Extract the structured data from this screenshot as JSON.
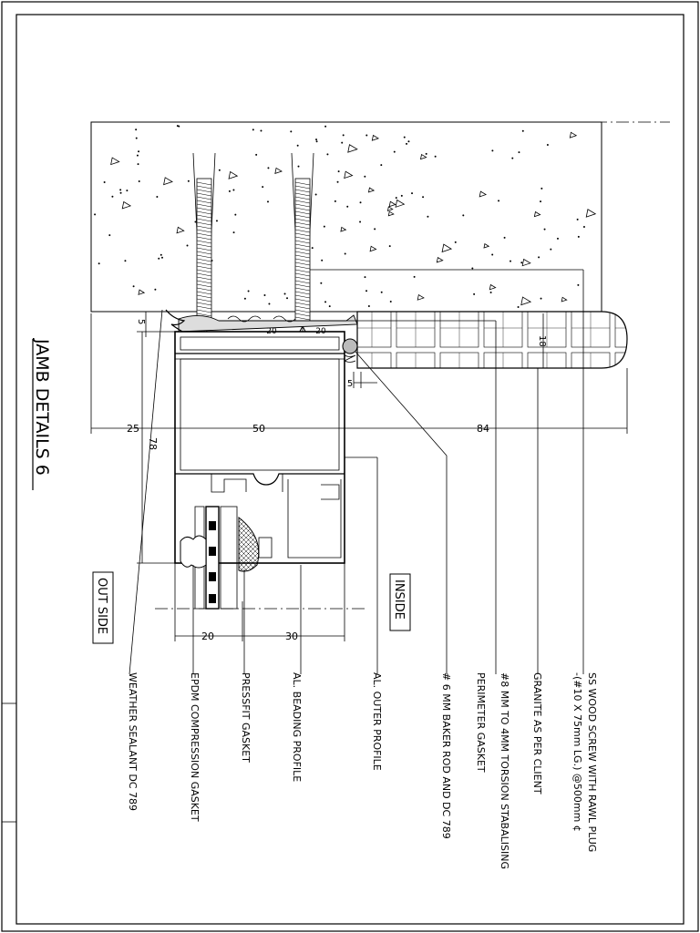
{
  "drawing": {
    "title": "JAMB DETAILS 6",
    "outside_label": "OUT SIDE",
    "inside_label": "INSIDE",
    "callouts": [
      "WEATHER SEALANT DC 789",
      "EPDM COMPRESSION GASKET",
      "PRESSFIT GASKET",
      "AL. BEADING PROFILE",
      "AL. OUTER PROFILE",
      "# 6 MM BAKER ROD AND DC 789",
      "#8 MM TO 4MM TORSION STABALISING",
      "PERIMETER GASKET",
      "GRANITE AS PER CLIENT",
      "SS WOOD SCREW WITH RAWL PLUG",
      "-(#10 X 75mm LG.) @500mm ¢"
    ],
    "dimensions": {
      "d25": "25",
      "d50": "50",
      "d84": "84",
      "d78": "78",
      "d20": "20",
      "d30": "30",
      "d5a": "5",
      "d5b": "5",
      "d18": "18",
      "d20a": "20",
      "d20b": "20"
    }
  }
}
